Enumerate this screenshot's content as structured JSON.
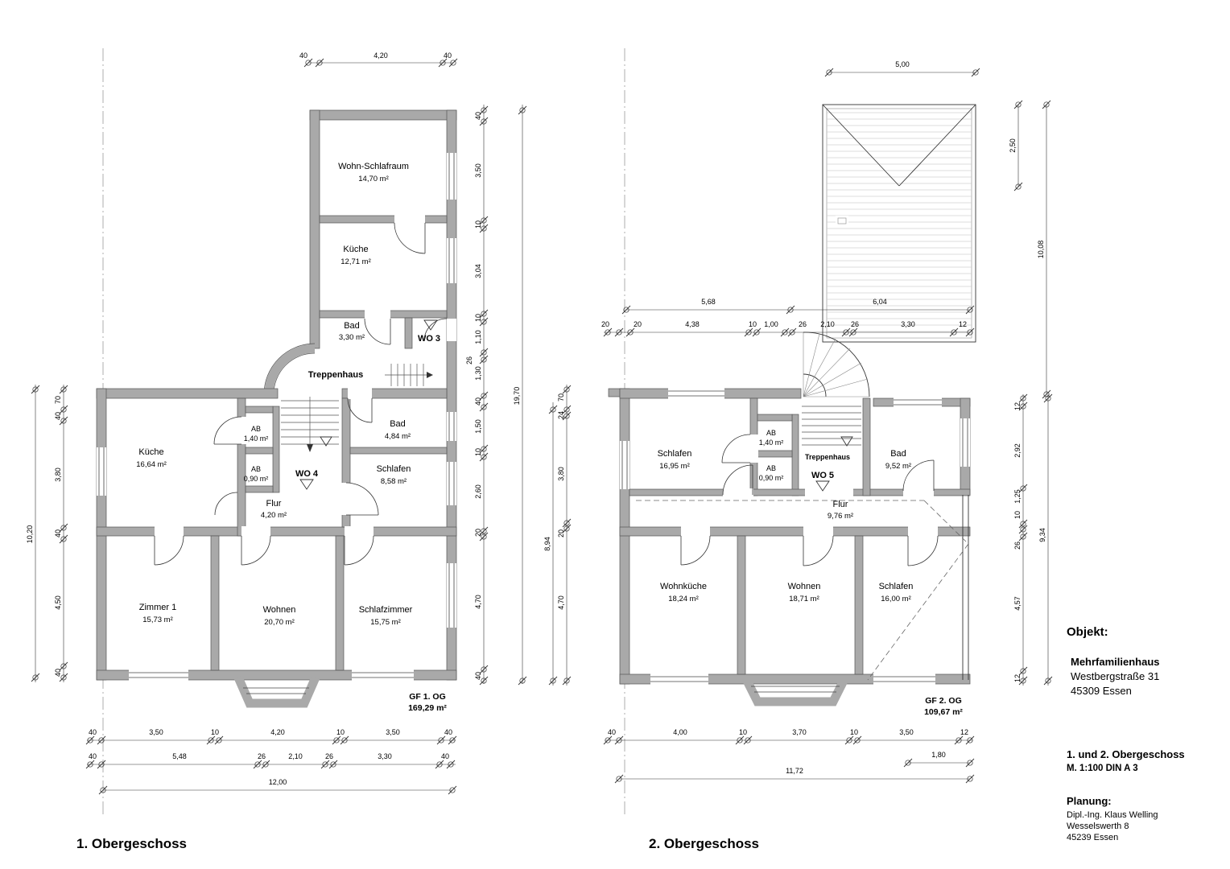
{
  "sheet": {
    "floor1_label": "1. Obergeschoss",
    "floor2_label": "2. Obergeschoss"
  },
  "plan1": {
    "rooms": {
      "wohnschlafraum": {
        "name": "Wohn-Schlafraum",
        "area": "14,70 m²"
      },
      "kueche_wing": {
        "name": "Küche",
        "area": "12,71 m²"
      },
      "bad_wing": {
        "name": "Bad",
        "area": "3,30 m²"
      },
      "treppenhaus": {
        "name": "Treppenhaus"
      },
      "bad": {
        "name": "Bad",
        "area": "4,84 m²"
      },
      "ab1": {
        "name": "AB",
        "area": "1,40 m²"
      },
      "ab2": {
        "name": "AB",
        "area": "0,90 m²"
      },
      "kueche": {
        "name": "Küche",
        "area": "16,64 m²"
      },
      "schlafen": {
        "name": "Schlafen",
        "area": "8,58 m²"
      },
      "flur": {
        "name": "Flur",
        "area": "4,20 m²"
      },
      "zimmer1": {
        "name": "Zimmer 1",
        "area": "15,73 m²"
      },
      "wohnen": {
        "name": "Wohnen",
        "area": "20,70 m²"
      },
      "schlafzimmer": {
        "name": "Schlafzimmer",
        "area": "15,75 m²"
      }
    },
    "units": {
      "wo3": "WO 3",
      "wo4": "WO 4"
    },
    "gf": {
      "label": "GF 1. OG",
      "area": "169,29 m²"
    },
    "dims": {
      "top": [
        "40",
        "4,20",
        "40"
      ],
      "right": [
        "40",
        "3,50",
        "10",
        "3,04",
        "10",
        "1,10",
        "26",
        "1,30",
        "40",
        "1,50",
        "10",
        "2,60",
        "20",
        "4,70",
        "40"
      ],
      "right_total": "19,70",
      "left": [
        "70",
        "40",
        "3,80",
        "40",
        "4,50",
        "40"
      ],
      "left_total": "10,20",
      "bottom1": [
        "40",
        "3,50",
        "10",
        "4,20",
        "10",
        "3,50",
        "40"
      ],
      "bottom2": [
        "40",
        "5,48",
        "26",
        "2,10",
        "26",
        "3,30",
        "40"
      ],
      "bottom_total": "12,00"
    }
  },
  "plan2": {
    "rooms": {
      "schlafen1": {
        "name": "Schlafen",
        "area": "16,95 m²"
      },
      "ab1": {
        "name": "AB",
        "area": "1,40 m²"
      },
      "ab2": {
        "name": "AB",
        "area": "0,90 m²"
      },
      "treppenhaus": {
        "name": "Treppenhaus"
      },
      "bad": {
        "name": "Bad",
        "area": "9,52 m²"
      },
      "flur": {
        "name": "Flur",
        "area": "9,76 m²"
      },
      "wohnkueche": {
        "name": "Wohnküche",
        "area": "18,24 m²"
      },
      "wohnen": {
        "name": "Wohnen",
        "area": "18,71 m²"
      },
      "schlafen2": {
        "name": "Schlafen",
        "area": "16,00 m²"
      }
    },
    "units": {
      "wo5": "WO 5"
    },
    "gf": {
      "label": "GF 2. OG",
      "area": "109,67 m²"
    },
    "dims": {
      "terrace_top": "5,00",
      "terrace_right1": "2,50",
      "terrace_right2": "10,08",
      "mid": [
        "5,68",
        "6,04"
      ],
      "row2": [
        "20",
        "20",
        "4,38",
        "10",
        "1,00",
        "26",
        "2,10",
        "26",
        "3,30",
        "12"
      ],
      "right": [
        "12",
        "2,92",
        "1,25",
        "10",
        "26",
        "4,57",
        "12"
      ],
      "right_total": "9,34",
      "left": [
        "70",
        "24",
        "3,80",
        "20",
        "4,70"
      ],
      "left_total": "8,94",
      "bottom1": [
        "40",
        "4,00",
        "10",
        "3,70",
        "10",
        "3,50",
        "12"
      ],
      "bottom2": "1,80",
      "bottom_total": "11,72"
    }
  },
  "titleblock": {
    "objekt_label": "Objekt:",
    "building": "Mehrfamilienhaus",
    "street": "Westbergstraße 31",
    "city": "45309 Essen",
    "sheet_title": "1. und 2. Obergeschoss",
    "scale": "M. 1:100 DIN A 3",
    "planung_label": "Planung:",
    "planner_name": "Dipl.-Ing. Klaus Welling",
    "planner_street": "Wesselswerth 8",
    "planner_city": "45239 Essen"
  }
}
